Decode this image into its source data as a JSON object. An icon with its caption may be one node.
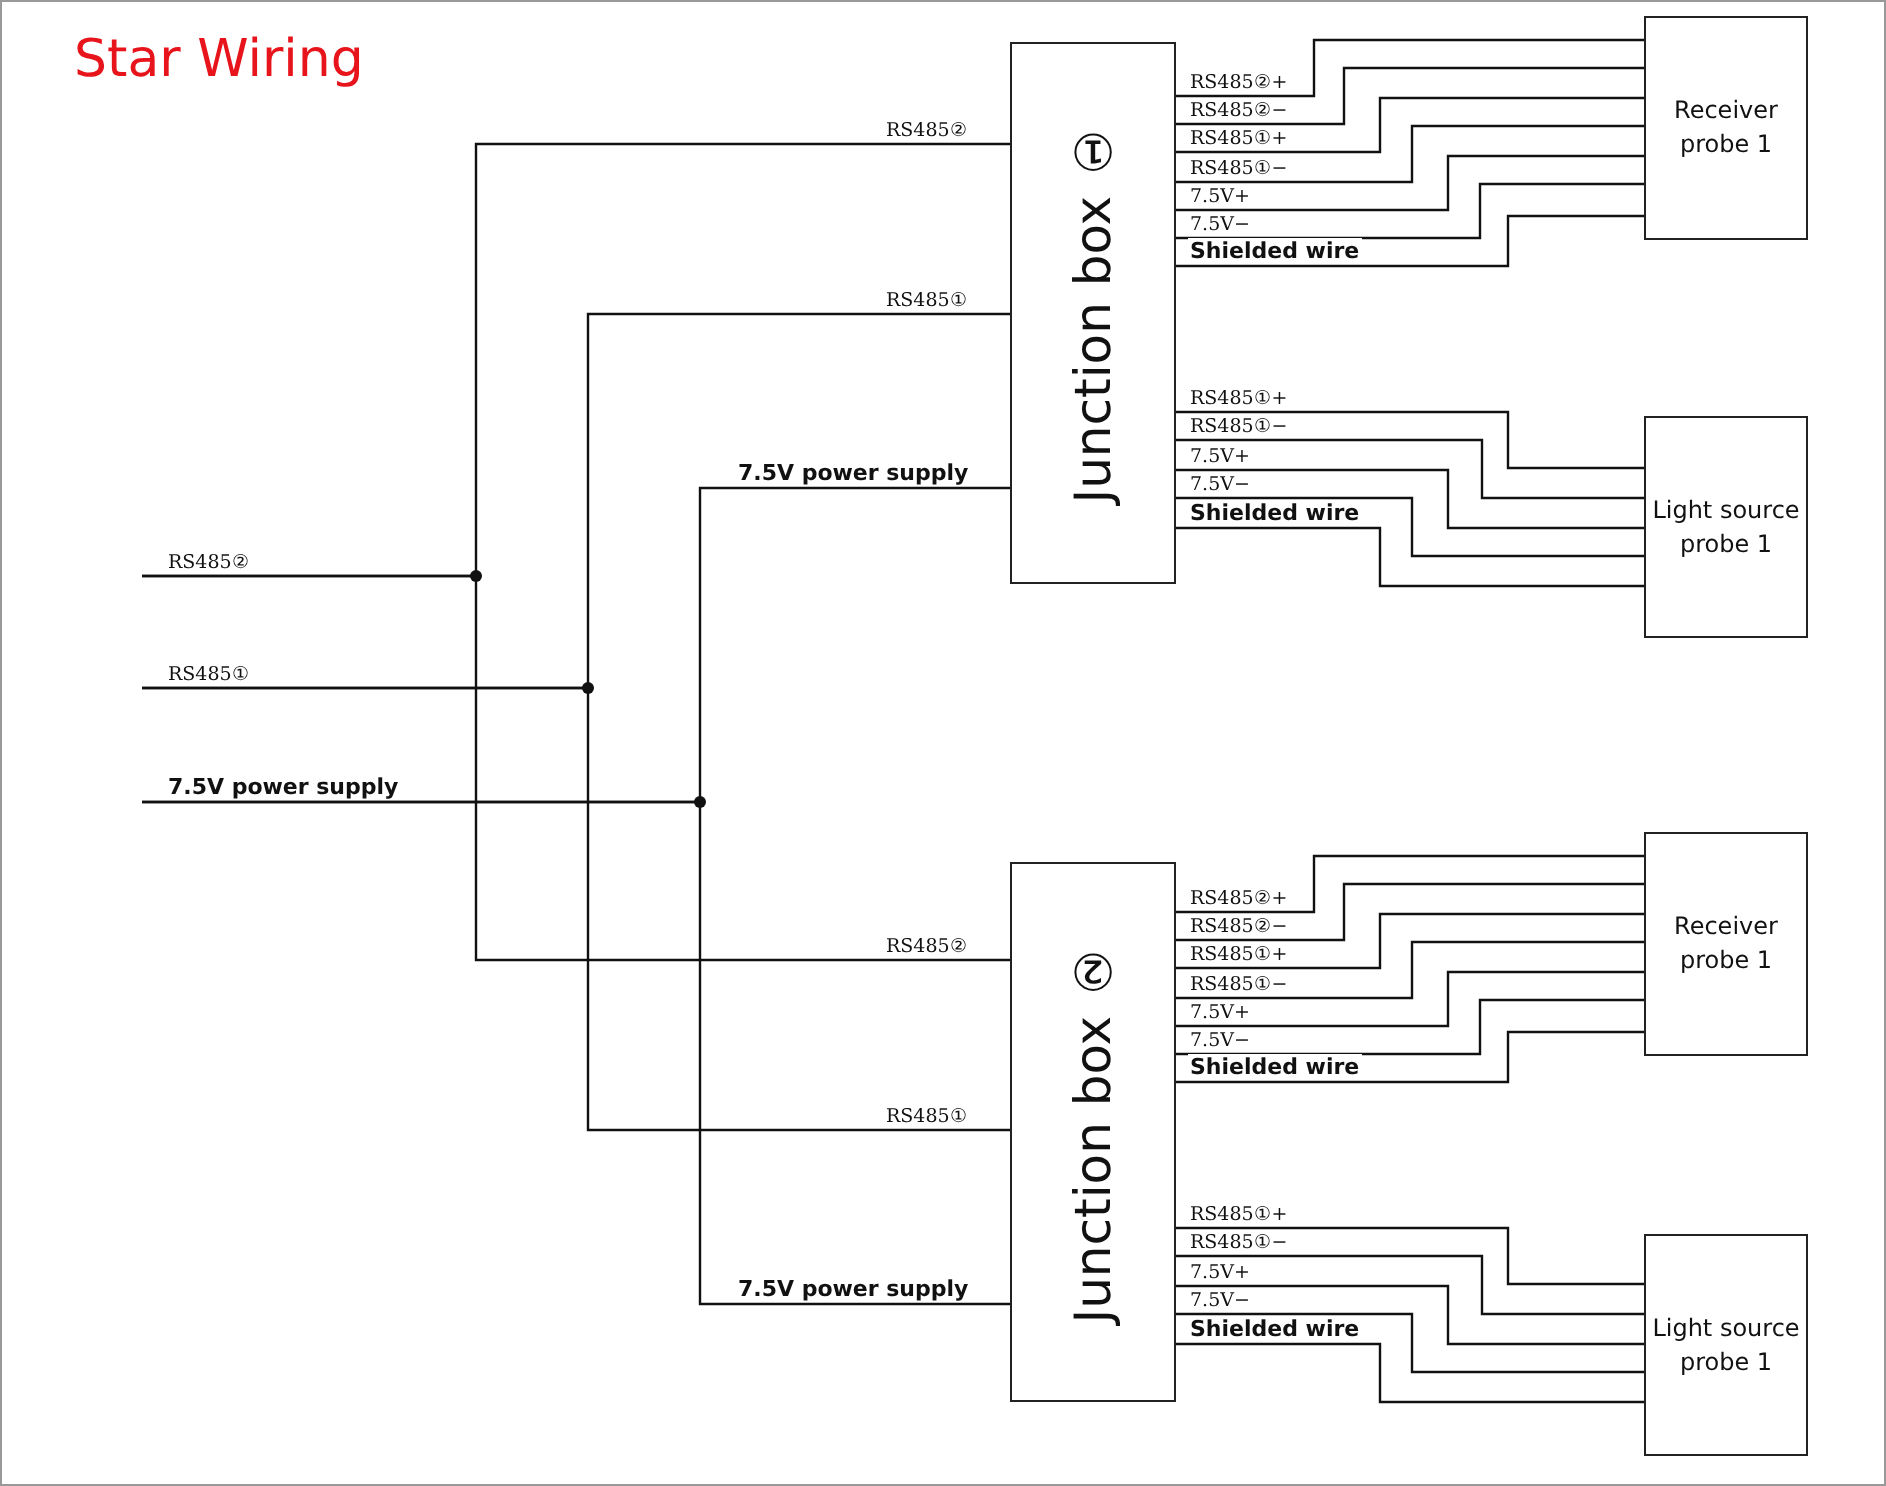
{
  "diagram": {
    "title": "Star Wiring",
    "nodes": [
      {
        "text": [
          "Junction box ①"
        ]
      },
      {
        "text": [
          "Receiver probe 1"
        ]
      },
      {
        "text": [
          "Light source probe 1"
        ]
      },
      {
        "text": [
          "Junction box ②"
        ]
      },
      {
        "text": [
          "Receiver probe 1"
        ]
      },
      {
        "text": [
          "Light source probe 1"
        ]
      }
    ],
    "edges": [
      {
        "from": null,
        "to": 0,
        "arrow": "none",
        "label": "RS485②"
      },
      {
        "from": null,
        "to": 0,
        "arrow": "none",
        "label": "RS485①"
      },
      {
        "from": null,
        "to": 0,
        "arrow": "none",
        "label": "7.5V power supply"
      },
      {
        "from": 0,
        "to": 1,
        "arrow": "none",
        "label": "RS485②+"
      },
      {
        "from": 0,
        "to": 1,
        "arrow": "none",
        "label": "RS485②−"
      },
      {
        "from": 0,
        "to": 1,
        "arrow": "none",
        "label": "RS485①+"
      },
      {
        "from": 0,
        "to": 1,
        "arrow": "none",
        "label": "RS485①−"
      },
      {
        "from": 0,
        "to": 1,
        "arrow": "none",
        "label": "7.5V+"
      },
      {
        "from": 0,
        "to": 1,
        "arrow": "none",
        "label": "7.5V−"
      },
      {
        "from": 0,
        "to": 1,
        "arrow": "none",
        "label": "Shielded wire"
      },
      {
        "from": 0,
        "to": 2,
        "arrow": "none",
        "label": "RS485①+"
      },
      {
        "from": 0,
        "to": 2,
        "arrow": "none",
        "label": "RS485①−"
      },
      {
        "from": 0,
        "to": 2,
        "arrow": "none",
        "label": "7.5V+"
      },
      {
        "from": 0,
        "to": 2,
        "arrow": "none",
        "label": "7.5V−"
      },
      {
        "from": 0,
        "to": 2,
        "arrow": "none",
        "label": "Shielded wire"
      },
      {
        "from": null,
        "to": 3,
        "arrow": "none",
        "label": "RS485②"
      },
      {
        "from": null,
        "to": 3,
        "arrow": "none",
        "label": "RS485①"
      },
      {
        "from": null,
        "to": 3,
        "arrow": "none",
        "label": "7.5V power supply"
      },
      {
        "from": 3,
        "to": 4,
        "arrow": "none",
        "label": "RS485②+"
      },
      {
        "from": 3,
        "to": 4,
        "arrow": "none",
        "label": "RS485②−"
      },
      {
        "from": 3,
        "to": 4,
        "arrow": "none",
        "label": "RS485①+"
      },
      {
        "from": 3,
        "to": 4,
        "arrow": "none",
        "label": "RS485①−"
      },
      {
        "from": 3,
        "to": 4,
        "arrow": "none",
        "label": "7.5V+"
      },
      {
        "from": 3,
        "to": 4,
        "arrow": "none",
        "label": "7.5V−"
      },
      {
        "from": 3,
        "to": 4,
        "arrow": "none",
        "label": "Shielded wire"
      },
      {
        "from": 3,
        "to": 5,
        "arrow": "none",
        "label": "RS485①+"
      },
      {
        "from": 3,
        "to": 5,
        "arrow": "none",
        "label": "RS485①−"
      },
      {
        "from": 3,
        "to": 5,
        "arrow": "none",
        "label": "7.5V+"
      },
      {
        "from": 3,
        "to": 5,
        "arrow": "none",
        "label": "7.5V−"
      },
      {
        "from": 3,
        "to": 5,
        "arrow": "none",
        "label": "Shielded wire"
      }
    ],
    "labels": [
      "RS485②",
      "RS485①",
      "7.5V power supply"
    ]
  }
}
